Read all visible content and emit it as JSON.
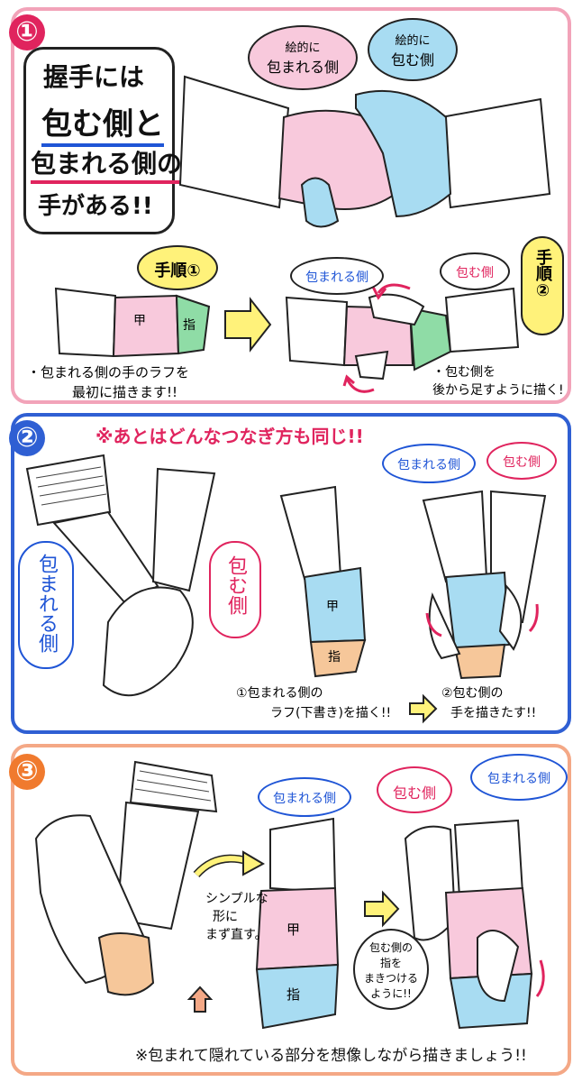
{
  "colors": {
    "section1_border": "#f2a3b9",
    "section2_border": "#2f5fd3",
    "section3_border": "#f4a886",
    "wrapped_blue": "#1f55d6",
    "wrapping_red": "#e0245e",
    "skin_pink": "#f8c9dc",
    "skin_blue": "#a8dcf2",
    "skin_green": "#8fdca6",
    "finger_orange": "#f6c79a",
    "highlight_yellow": "#fff27a"
  },
  "section1": {
    "number": "①",
    "title_lines": [
      "握手には",
      "包む側と",
      "包まれる側の",
      "手がある!!"
    ],
    "bubble_wrapped": [
      "絵的に",
      "包まれる側"
    ],
    "bubble_wrapping": [
      "絵的に",
      "包む側"
    ],
    "step1_label": "手順①",
    "step2_label": "手順②",
    "back_of_hand_label": "甲",
    "finger_label": "指",
    "wrapped_label": "包まれる側",
    "wrapping_label": "包む側",
    "note1": [
      "・包まれる側の手のラフを",
      "最初に描きます!!"
    ],
    "note2": [
      "・包む側を",
      "後から足すように描く!"
    ]
  },
  "section2": {
    "number": "②",
    "headline": "※あとはどんなつなぎ方も同じ!!",
    "wrapped_vertical": "包まれる側",
    "wrapping_vertical": "包む側",
    "back_label": "甲",
    "finger_label": "指",
    "wrapped_label": "包まれる側",
    "wrapping_label": "包む側",
    "step1": [
      "①包まれる側の",
      "ラフ(下書き)を描く!!"
    ],
    "step2": [
      "②包む側の",
      "手を描きたす!!"
    ]
  },
  "section3": {
    "number": "③",
    "wrapped_label": "包まれる側",
    "wrapping_label": "包む側",
    "wrapped_label_right": "包まれる側",
    "simplify_note": [
      "シンプルな",
      "形に",
      "まず直す。"
    ],
    "back_label": "甲",
    "finger_label": "指",
    "wrap_fingers_note": [
      "包む側の",
      "指を",
      "まきつける",
      "ように!!"
    ],
    "footer": "※包まれて隠れている部分を想像しながら描きましょう!!"
  }
}
